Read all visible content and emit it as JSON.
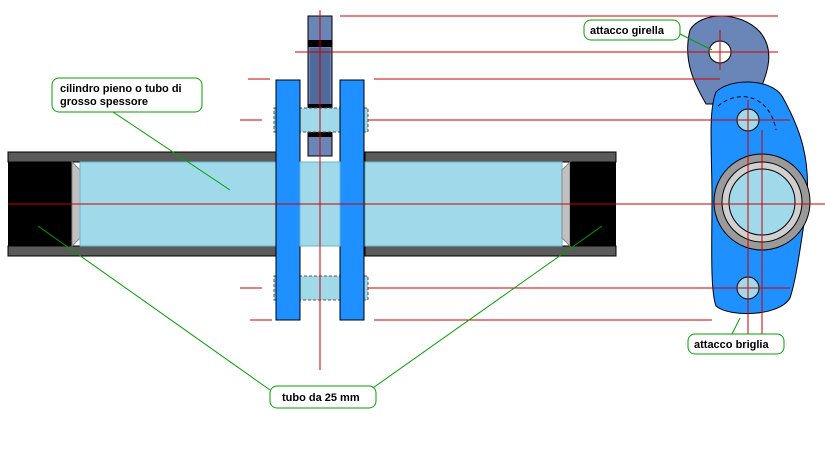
{
  "labels": {
    "attacco_girella": "attacco girella",
    "cilindro_line1": "cilindro pieno o tubo di",
    "cilindro_line2": "grosso spessore",
    "attacco_briglia": "attacco briglia",
    "tubo_25": "tubo da 25 mm"
  },
  "colors": {
    "outline": "#000000",
    "steel": "#5a5a5a",
    "light_gray": "#c0c0c0",
    "light_fill": "#9fd9ea",
    "plate_blue": "#1e90ff",
    "plate_dark": "#1f6fcf",
    "slate_blue": "#6a86b8",
    "dark_slate": "#506a9c",
    "guide_red": "#cc0000",
    "leader_green": "#00a000",
    "callout_bg": "#ffffff"
  },
  "icons": {
    "bolt_hole": "circle",
    "bearing": "concentric-rings"
  }
}
